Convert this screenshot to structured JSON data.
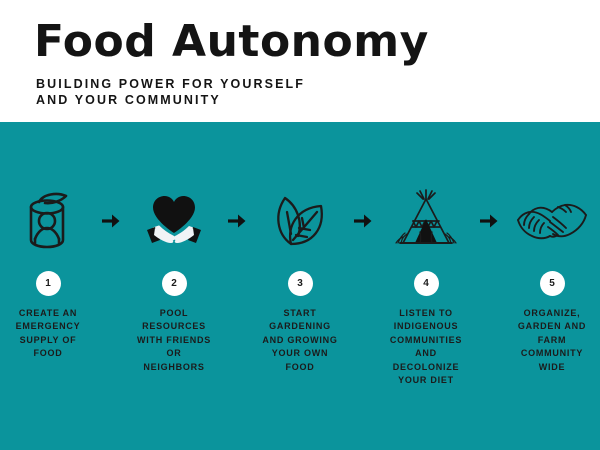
{
  "header": {
    "title": "Food Autonomy",
    "subtitle_lines": [
      "BUILDING POWER FOR YOURSELF",
      "AND YOUR COMMUNITY"
    ]
  },
  "colors": {
    "band_teal": "#0b949c",
    "text_dark": "#1b1b1b",
    "background": "#ffffff"
  },
  "arrow_label": "right-arrow",
  "steps": [
    {
      "number": "1",
      "icon": "canned-food-icon",
      "caption_lines": [
        "CREATE AN",
        "EMERGENCY",
        "SUPPLY OF",
        "FOOD"
      ]
    },
    {
      "number": "2",
      "icon": "heart-in-hands-icon",
      "caption_lines": [
        "POOL",
        "RESOURCES",
        "WITH FRIENDS",
        "OR",
        "NEIGHBORS"
      ]
    },
    {
      "number": "3",
      "icon": "leaves-icon",
      "caption_lines": [
        "START",
        "GARDENING",
        "AND GROWING",
        "YOUR OWN",
        "FOOD"
      ]
    },
    {
      "number": "4",
      "icon": "teepee-icon",
      "caption_lines": [
        "LISTEN TO",
        "INDIGENOUS",
        "COMMUNITIES",
        "AND",
        "DECOLONIZE",
        "YOUR DIET"
      ]
    },
    {
      "number": "5",
      "icon": "handshake-icon",
      "caption_lines": [
        "ORGANIZE,",
        "GARDEN AND",
        "FARM",
        "COMMUNITY",
        "WIDE"
      ]
    }
  ]
}
